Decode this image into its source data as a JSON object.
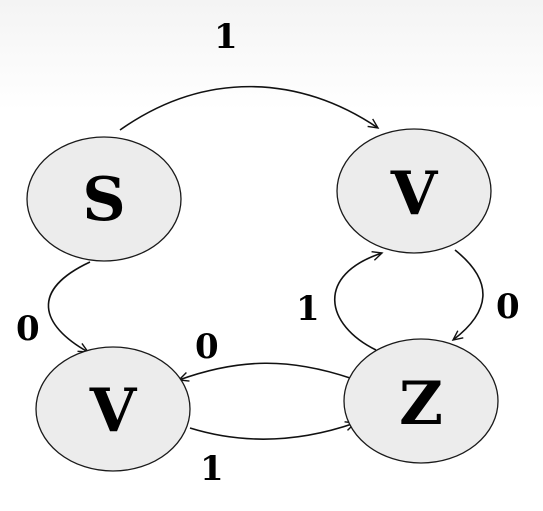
{
  "diagram": {
    "nodes": [
      {
        "id": "s",
        "label": "S"
      },
      {
        "id": "v1",
        "label": "V"
      },
      {
        "id": "v2",
        "label": "V"
      },
      {
        "id": "z",
        "label": "Z"
      }
    ],
    "edges": [
      {
        "id": "s-v1",
        "from": "s",
        "to": "v1",
        "label": "1"
      },
      {
        "id": "s-v2",
        "from": "s",
        "to": "v2",
        "label": "0"
      },
      {
        "id": "v1-z",
        "from": "v1",
        "to": "z",
        "label": "0"
      },
      {
        "id": "z-v1",
        "from": "z",
        "to": "v1",
        "label": "1"
      },
      {
        "id": "z-v2",
        "from": "z",
        "to": "v2",
        "label": "0"
      },
      {
        "id": "v2-z",
        "from": "v2",
        "to": "z",
        "label": "1"
      }
    ]
  }
}
